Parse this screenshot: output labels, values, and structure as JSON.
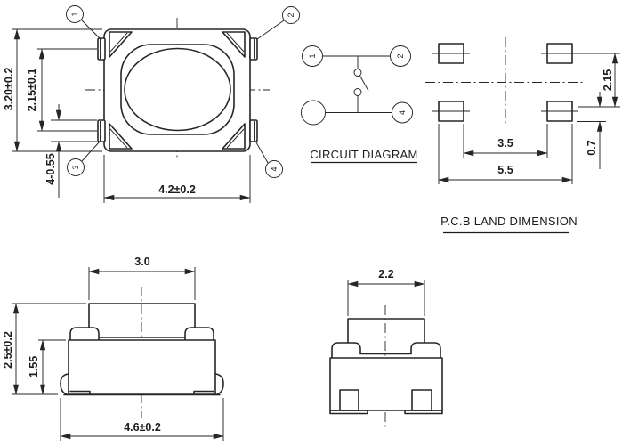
{
  "drawing": {
    "background": "#ffffff",
    "line_color": "#262626",
    "top_view": {
      "pins": {
        "p1": "1",
        "p2": "2",
        "p3": "3",
        "p4": "4"
      },
      "dims": {
        "body_height": "3.20±0.2",
        "lead_pitch": "2.15±0.1",
        "lead_width": "4-0.55",
        "body_width": "4.2±0.2"
      }
    },
    "circuit": {
      "title": "CIRCUIT DIAGRAM",
      "pins": {
        "p1": "1",
        "p2": "2",
        "p4": "4"
      }
    },
    "pcb": {
      "title": "P.C.B LAND DIMENSION",
      "dims": {
        "pad_row_pitch": "2.15",
        "pad_inner_span": "3.5",
        "pad_outer_span": "5.5",
        "pad_height": "0.7"
      }
    },
    "front_view": {
      "dims": {
        "button_width": "3.0",
        "total_height": "2.5±0.2",
        "body_height": "1.55",
        "lead_span": "4.6±0.2"
      }
    },
    "side_view": {
      "dims": {
        "button_width": "2.2"
      }
    }
  }
}
